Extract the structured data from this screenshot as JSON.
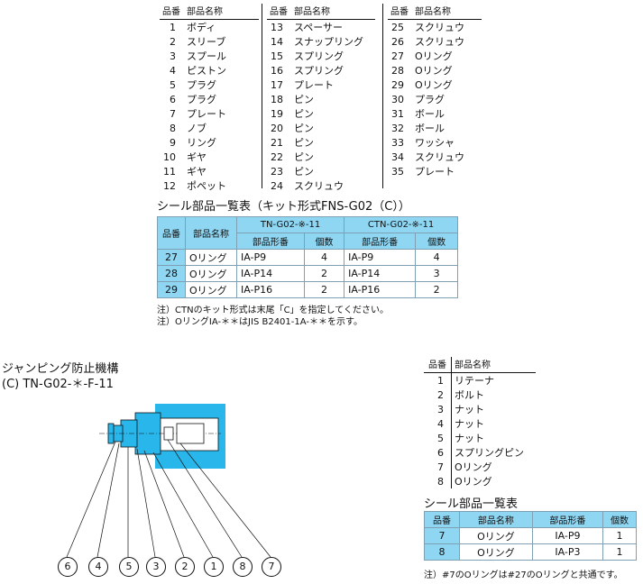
{
  "parts_list_main": {
    "header_no": "品番",
    "header_name": "部品名称",
    "col1": [
      {
        "no": "1",
        "name": "ボディ"
      },
      {
        "no": "2",
        "name": "スリーブ"
      },
      {
        "no": "3",
        "name": "スプール"
      },
      {
        "no": "4",
        "name": "ピストン"
      },
      {
        "no": "5",
        "name": "プラグ"
      },
      {
        "no": "6",
        "name": "プラグ"
      },
      {
        "no": "7",
        "name": "プレート"
      },
      {
        "no": "8",
        "name": "ノブ"
      },
      {
        "no": "9",
        "name": "リング"
      },
      {
        "no": "10",
        "name": "ギヤ"
      },
      {
        "no": "11",
        "name": "ギヤ"
      },
      {
        "no": "12",
        "name": "ポペット"
      }
    ],
    "col2": [
      {
        "no": "13",
        "name": "スペーサー"
      },
      {
        "no": "14",
        "name": "スナップリング"
      },
      {
        "no": "15",
        "name": "スプリング"
      },
      {
        "no": "16",
        "name": "スプリング"
      },
      {
        "no": "17",
        "name": "プレート"
      },
      {
        "no": "18",
        "name": "ピン"
      },
      {
        "no": "19",
        "name": "ピン"
      },
      {
        "no": "20",
        "name": "ピン"
      },
      {
        "no": "21",
        "name": "ピン"
      },
      {
        "no": "22",
        "name": "ピン"
      },
      {
        "no": "23",
        "name": "ピン"
      },
      {
        "no": "24",
        "name": "スクリュウ"
      }
    ],
    "col3": [
      {
        "no": "25",
        "name": "スクリュウ"
      },
      {
        "no": "26",
        "name": "スクリュウ"
      },
      {
        "no": "27",
        "name": "Oリング"
      },
      {
        "no": "28",
        "name": "Oリング"
      },
      {
        "no": "29",
        "name": "Oリング"
      },
      {
        "no": "30",
        "name": "プラグ"
      },
      {
        "no": "31",
        "name": "ボール"
      },
      {
        "no": "32",
        "name": "ボール"
      },
      {
        "no": "33",
        "name": "ワッシャ"
      },
      {
        "no": "34",
        "name": "スクリュウ"
      },
      {
        "no": "35",
        "name": "プレート"
      }
    ]
  },
  "seal_kit": {
    "title": "シール部品一覧表（キット形式FNS-G02（C））",
    "h_no": "品番",
    "h_name": "部品名称",
    "h_group1": "TN-G02-※-11",
    "h_group2": "CTN-G02-※-11",
    "h_model": "部品形番",
    "h_qty": "個数",
    "rows": [
      {
        "no": "27",
        "name": "Oリング",
        "m1": "IA-P9",
        "q1": "4",
        "m2": "IA-P9",
        "q2": "4"
      },
      {
        "no": "28",
        "name": "Oリング",
        "m1": "IA-P14",
        "q1": "2",
        "m2": "IA-P14",
        "q2": "3"
      },
      {
        "no": "29",
        "name": "Oリング",
        "m1": "IA-P16",
        "q1": "2",
        "m2": "IA-P16",
        "q2": "2"
      }
    ],
    "note1": "注）CTNのキット形式は末尾「C」を指定してください。",
    "note2": "注）OリングIA-＊＊はJIS B2401-1A-＊＊を示す。"
  },
  "jumping": {
    "title1": "ジャンピング防止機構",
    "title2": "(C) TN-G02-＊-F-11",
    "callouts": [
      "6",
      "4",
      "5",
      "3",
      "2",
      "1",
      "8",
      "7"
    ],
    "body_color": "#29b6ea",
    "parts_header_no": "品番",
    "parts_header_name": "部品名称",
    "parts": [
      {
        "no": "1",
        "name": "リテーナ"
      },
      {
        "no": "2",
        "name": "ボルト"
      },
      {
        "no": "3",
        "name": "ナット"
      },
      {
        "no": "4",
        "name": "ナット"
      },
      {
        "no": "5",
        "name": "ナット"
      },
      {
        "no": "6",
        "name": "スプリングピン"
      },
      {
        "no": "7",
        "name": "Oリング"
      },
      {
        "no": "8",
        "name": "Oリング"
      }
    ],
    "seal_title": "シール部品一覧表",
    "seal_h_no": "品番",
    "seal_h_name": "部品名称",
    "seal_h_model": "部品形番",
    "seal_h_qty": "個数",
    "seal_rows": [
      {
        "no": "7",
        "name": "Oリング",
        "model": "IA-P9",
        "qty": "1"
      },
      {
        "no": "8",
        "name": "Oリング",
        "model": "IA-P3",
        "qty": "1"
      }
    ],
    "note": "注）#7のOリングは#27のOリングと共通です。"
  }
}
